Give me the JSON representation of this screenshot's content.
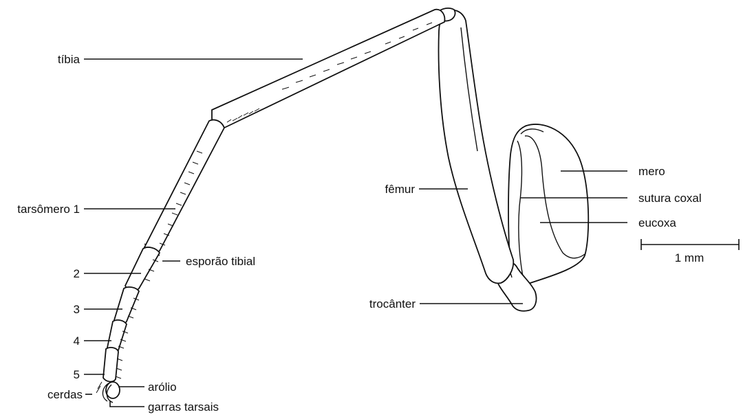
{
  "labels": {
    "tibia": "tíbia",
    "tarsomero1": "tarsômero 1",
    "num2": "2",
    "num3": "3",
    "num4": "4",
    "num5": "5",
    "cerdas": "cerdas",
    "esporao": "esporão tibial",
    "arolio": "arólio",
    "garras": "garras tarsais",
    "femur": "fêmur",
    "trocanter": "trocânter",
    "mero": "mero",
    "sutura": "sutura coxal",
    "eucoxa": "eucoxa",
    "scale": "1 mm"
  }
}
